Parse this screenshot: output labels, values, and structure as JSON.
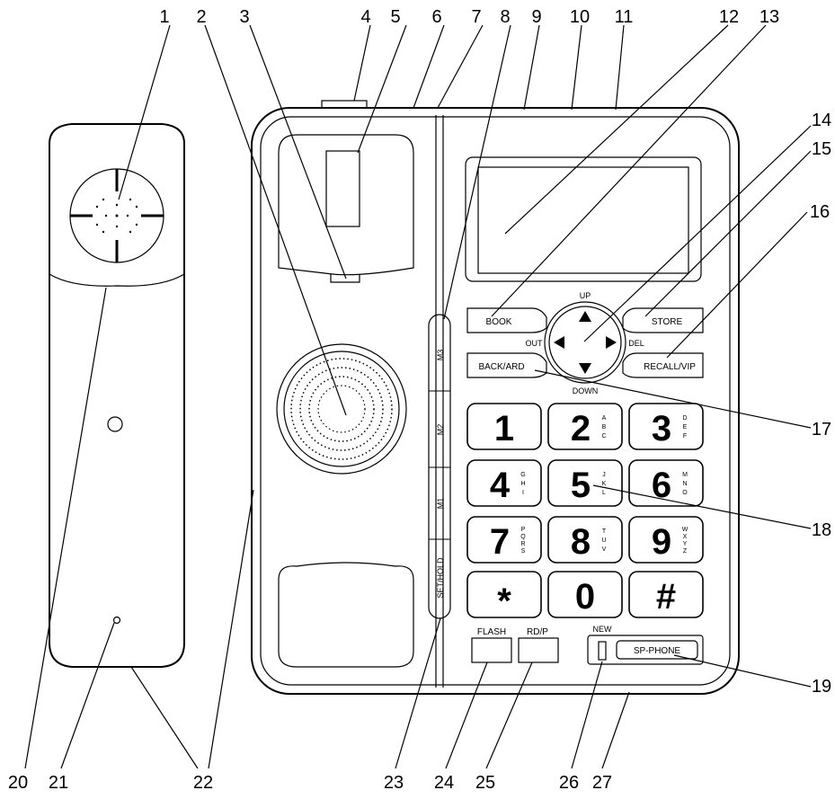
{
  "callouts": [
    "1",
    "2",
    "3",
    "4",
    "5",
    "6",
    "7",
    "8",
    "9",
    "10",
    "11",
    "12",
    "13",
    "14",
    "15",
    "16",
    "17",
    "18",
    "19",
    "20",
    "21",
    "22",
    "23",
    "24",
    "25",
    "26",
    "27"
  ],
  "buttons": {
    "book": "BOOK",
    "store": "STORE",
    "back": "BACK/ARD",
    "recall": "RECALL/VIP",
    "flash": "FLASH",
    "rdp": "RD/P",
    "new": "NEW",
    "sp_phone": "SP-PHONE"
  },
  "nav": {
    "up": "UP",
    "down": "DOWN",
    "out": "OUT",
    "del": "DEL"
  },
  "memory": [
    "M3",
    "M2",
    "M1",
    "SET/HOLD"
  ],
  "keys": [
    {
      "digit": "1",
      "sub": ""
    },
    {
      "digit": "2",
      "sub": "ABC"
    },
    {
      "digit": "3",
      "sub": "DEF"
    },
    {
      "digit": "4",
      "sub": "GHI"
    },
    {
      "digit": "5",
      "sub": "JKL"
    },
    {
      "digit": "6",
      "sub": "MNO"
    },
    {
      "digit": "7",
      "sub": "PQRS"
    },
    {
      "digit": "8",
      "sub": "TUV"
    },
    {
      "digit": "9",
      "sub": "WXYZ"
    },
    {
      "digit": "*",
      "sub": ""
    },
    {
      "digit": "0",
      "sub": ""
    },
    {
      "digit": "#",
      "sub": ""
    }
  ]
}
